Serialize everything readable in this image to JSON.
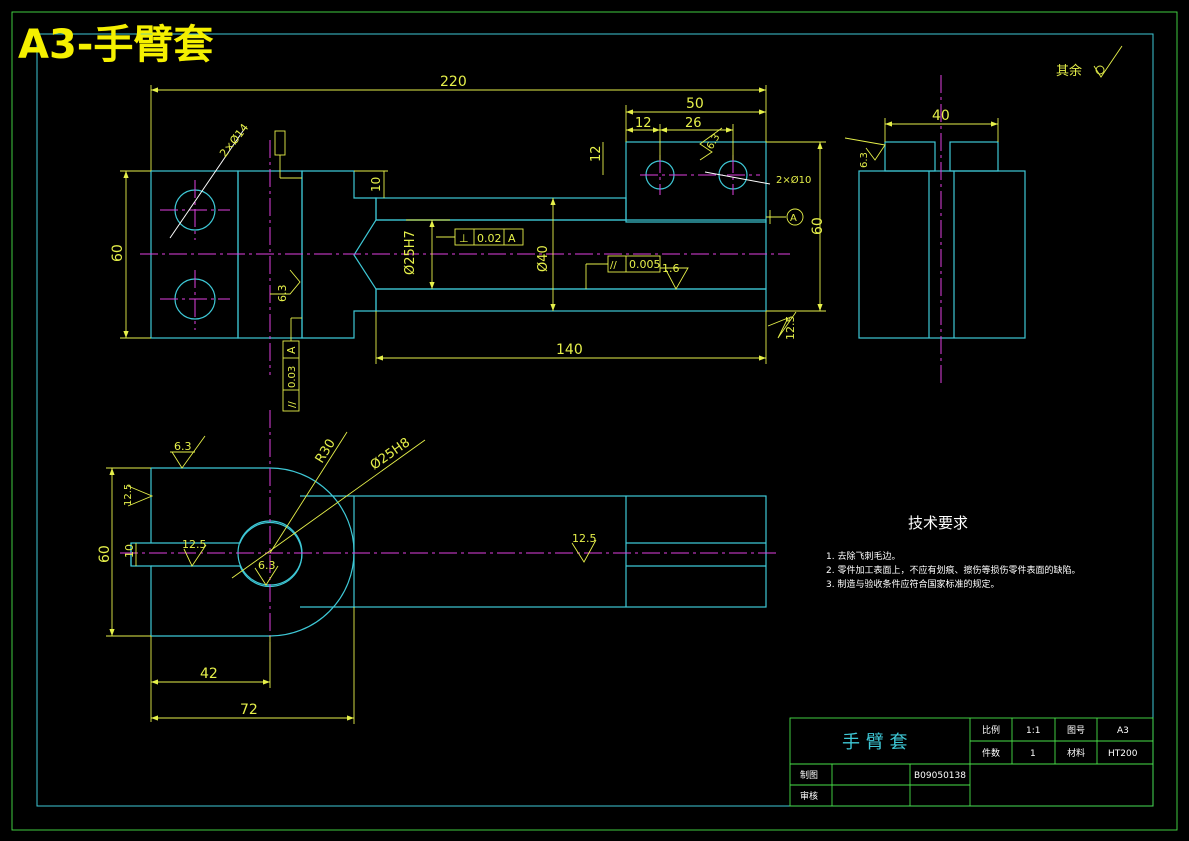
{
  "header": {
    "title": "A3-手臂套"
  },
  "roughness_note": {
    "label": "其余"
  },
  "dims": {
    "d220": "220",
    "d50": "50",
    "d12a": "12",
    "d26": "26",
    "d40": "40",
    "d12b": "12",
    "d10a": "10",
    "d60a": "60",
    "d60b": "60",
    "d140": "140",
    "d2x14": "2×Ø14",
    "d2x10": "2×Ø10",
    "d25h7": "Ø25H7",
    "d40b": "Ø40",
    "d60c": "60",
    "d10b": "10",
    "d42": "42",
    "d72": "72",
    "dr30": "R30",
    "d25h8": "Ø25H8"
  },
  "tolerances": {
    "perp_sym": "⊥",
    "perp_val": "0.02",
    "perp_ref": "A",
    "par1_sym": "//",
    "par1_val": "0.005",
    "par2_sym": "//",
    "par2_val": "0.03",
    "par2_ref": "A",
    "datum": "A"
  },
  "roughness": {
    "r63a": "6.3",
    "r63b": "6.3",
    "r63c": "6.3",
    "r63d": "6.3",
    "r63e": "6.3",
    "r16": "1.6",
    "r125a": "12.5",
    "r125b": "12.5",
    "r125c": "12.5",
    "r125d": "12.5"
  },
  "tech": {
    "heading": "技术要求",
    "items": [
      "1. 去除飞刺毛边。",
      "2. 零件加工表面上，不应有划痕、擦伤等损伤零件表面的缺陷。",
      "3. 制造与验收条件应符合国家标准的规定。"
    ]
  },
  "titleblock": {
    "name": "手 臂 套",
    "scale_label": "比例",
    "scale_value": "1:1",
    "drawno_label": "图号",
    "drawno_value": "A3",
    "qty_label": "件数",
    "qty_value": "1",
    "material_label": "材料",
    "material_value": "HT200",
    "drawn_label": "制图",
    "drawn_value": "B09050138",
    "check_label": "审核"
  },
  "colors": {
    "outline": "#3ec8d6",
    "dimension": "#e6f04a",
    "center": "#e040e0",
    "title": "#f5f000"
  }
}
